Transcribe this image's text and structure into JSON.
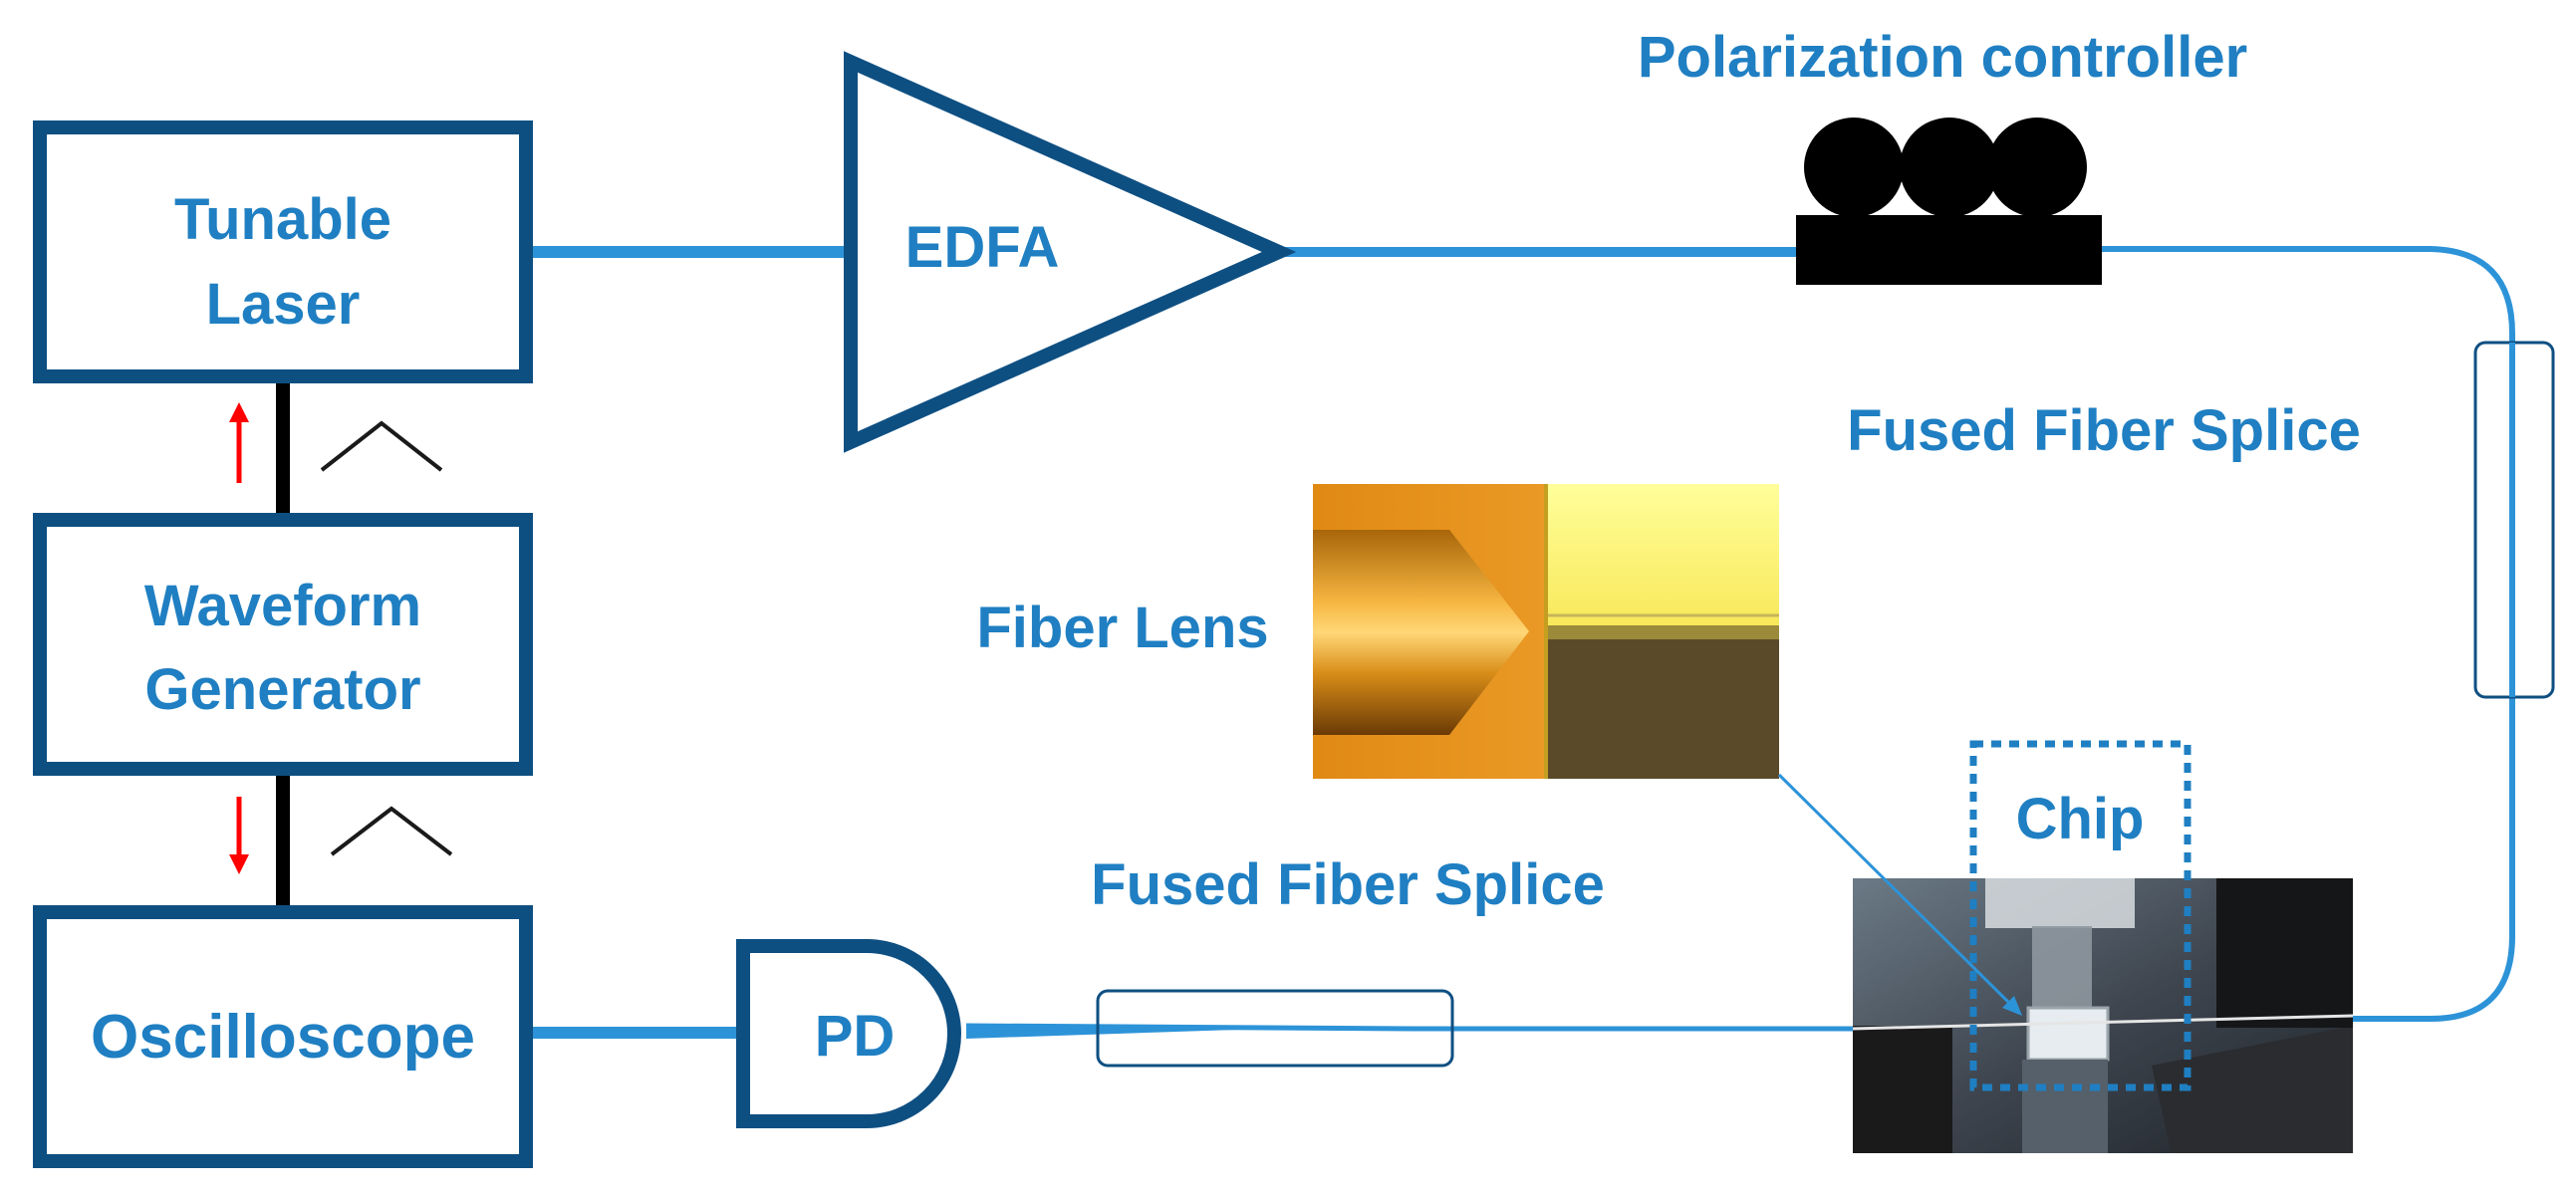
{
  "blocks": {
    "tunable_laser": {
      "line1": "Tunable",
      "line2": "Laser"
    },
    "waveform_generator": {
      "line1": "Waveform",
      "line2": "Generator"
    },
    "oscilloscope": {
      "label": "Oscilloscope"
    },
    "edfa": {
      "label": "EDFA"
    },
    "pd": {
      "label": "PD"
    }
  },
  "labels": {
    "polarization_controller": "Polarization controller",
    "fused_splice_right": "Fused Fiber Splice",
    "fused_splice_bottom": "Fused Fiber Splice",
    "fiber_lens": "Fiber Lens",
    "chip": "Chip"
  },
  "colors": {
    "block_border": "#0e4f82",
    "label_blue": "#1f7fc2",
    "fiber_blue": "#2d93d8",
    "signal_arrow": "#ff0000",
    "controller_black": "#000000"
  },
  "icons": [
    "triangle-wave-icon",
    "up-arrow-icon",
    "down-arrow-icon"
  ]
}
